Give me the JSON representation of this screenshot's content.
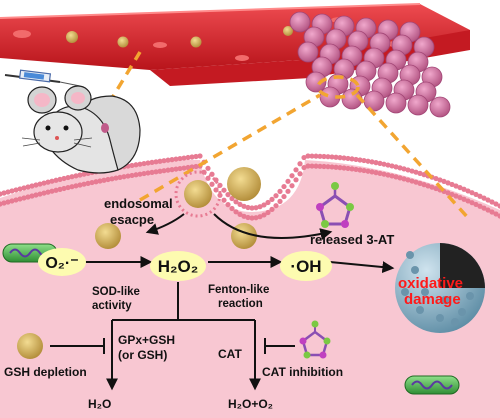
{
  "labels": {
    "endosomal_escape": [
      "endosomal",
      "esacpe"
    ],
    "released": "released 3-AT",
    "superoxide": "O₂·⁻",
    "hydrogen_peroxide": "H₂O₂",
    "hydroxyl": "·OH",
    "sod_like": [
      "SOD-like",
      "activity"
    ],
    "fenton_like": [
      "Fenton-like",
      "reaction"
    ],
    "oxidative_damage": [
      "oxidative",
      "damage"
    ],
    "gpx_gsh": [
      "GPx+GSH",
      "(or GSH)"
    ],
    "cat": "CAT",
    "gsh_depletion": "GSH depletion",
    "cat_inhibition": "CAT inhibition",
    "water": "H₂O",
    "water_oxygen": "H₂O+O₂"
  },
  "colors": {
    "vessel": "#d9222a",
    "cell_fill": "#f8c7d2",
    "membrane": "#e77b93",
    "nanozyme": "#d2b15a",
    "tumor": "#d77aa8",
    "dashed_guide": "#f2a531",
    "label_bubble": "#fdfbb0",
    "damage_text": "#ff1a1a",
    "sphere": "#8fb4c8"
  },
  "icons": [
    "mouse-icon",
    "syringe-icon",
    "nanozyme-icon",
    "tumor-cluster-icon",
    "mitochondria-icon",
    "cancer-cell-sphere-icon",
    "3-at-molecule-icon"
  ]
}
